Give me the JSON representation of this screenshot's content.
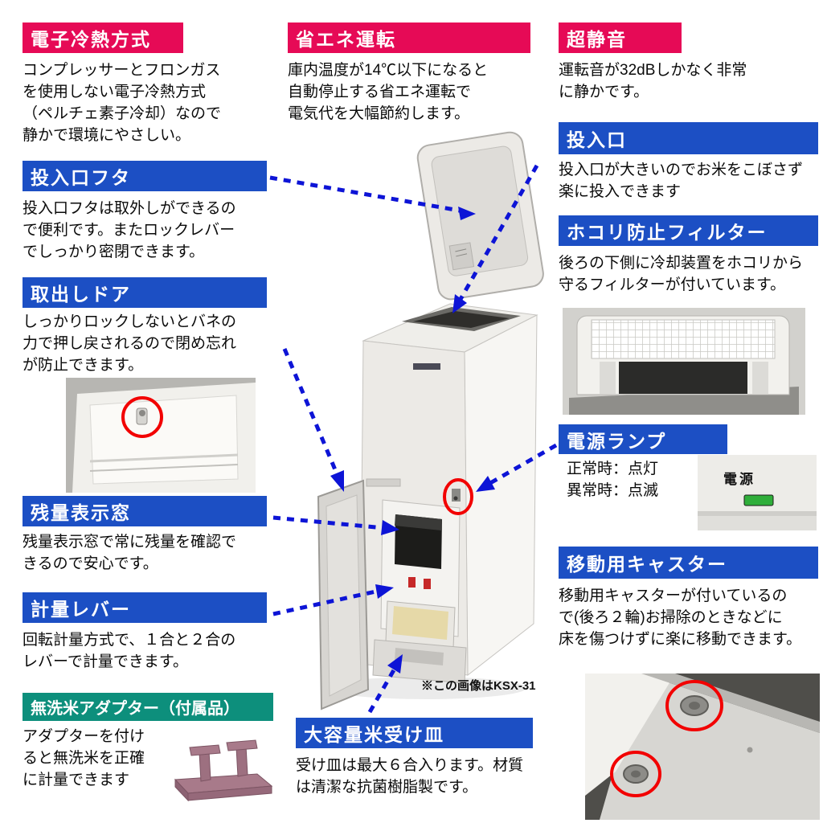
{
  "colors": {
    "banner_pink": "#e60a56",
    "banner_blue": "#1c4fc4",
    "banner_teal": "#0d8f7c",
    "arrow_blue": "#0d14d6",
    "highlight_red": "#f20000",
    "lamp_green": "#2fae3a",
    "lever_red": "#c62828"
  },
  "captions": {
    "product_note": "※この画像はKSX-31",
    "power_label": "電源"
  },
  "sections": {
    "cooling": {
      "title": "電子冷熱方式",
      "body": "コンプレッサーとフロンガス\nを使用しない電子冷熱方式\n（ペルチェ素子冷却）なので\n静かで環境にやさしい。"
    },
    "eco": {
      "title": "省エネ運転",
      "body": "庫内温度が14℃以下になると\n自動停止する省エネ運転で\n電気代を大幅節約します。"
    },
    "quiet": {
      "title": "超静音",
      "body": "運転音が32dBしかなく非常\nに静かです。"
    },
    "lid": {
      "title": "投入口フタ",
      "body": "投入口フタは取外しができるの\nで便利です。またロックレバー\nでしっかり密閉できます。"
    },
    "door": {
      "title": "取出しドア",
      "body": "しっかりロックしないとバネの\n力で押し戻されるので閉め忘れ\nが防止できます。"
    },
    "inlet": {
      "title": "投入口",
      "body": "投入口が大きいのでお米をこぼさず\n楽に投入できます"
    },
    "filter": {
      "title": "ホコリ防止フィルター",
      "body": "後ろの下側に冷却装置をホコリから\n守るフィルターが付いています。"
    },
    "lamp": {
      "title": "電源ランプ",
      "body": "正常時：点灯\n異常時：点滅"
    },
    "window": {
      "title": "残量表示窓",
      "body": "残量表示窓で常に残量を確認で\nきるので安心です。"
    },
    "lever": {
      "title": "計量レバー",
      "body": "回転計量方式で、１合と２合の\nレバーで計量できます。"
    },
    "caster": {
      "title": "移動用キャスター",
      "body": "移動用キャスターが付いているの\nで(後ろ２輪)お掃除のときなどに\n床を傷つけずに楽に移動できます。"
    },
    "adapter": {
      "title": "無洗米アダプター（付属品）",
      "body": "アダプターを付け\nると無洗米を正確\nに計量できます"
    },
    "tray": {
      "title": "大容量米受け皿",
      "body": "受け皿は最大６合入ります。材質\nは清潔な抗菌樹脂製です。"
    }
  }
}
